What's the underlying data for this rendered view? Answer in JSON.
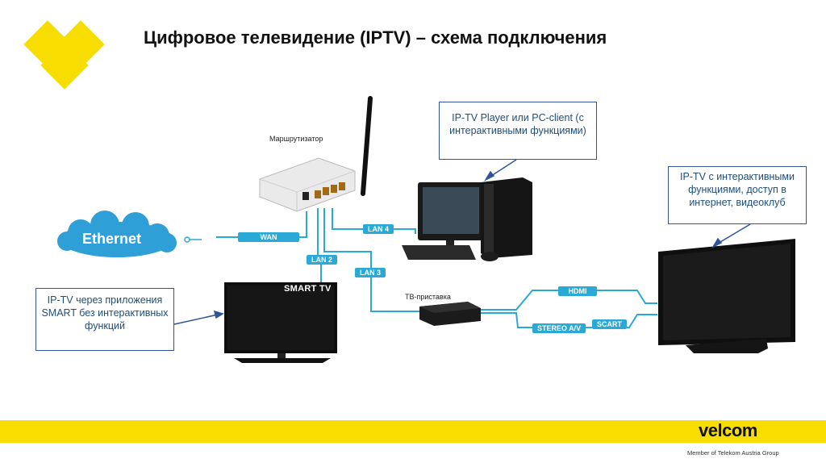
{
  "title": "Цифровое телевидение (IPTV) – схема подключения",
  "devices": {
    "router_label": "Маршрутизатор",
    "ethernet_label": "Ethernet",
    "settop_label": "ТВ-приставка",
    "smart_tv_logo": "SMART TV"
  },
  "callouts": {
    "pc_client": "IP-TV Player или PC-client (с интерактивными функциями)",
    "tv_interactive": "IP-TV с интерактивными функциями, доступ в интернет, видеоклуб",
    "smart_apps": "IP-TV через приложения SMART без интерактивных функций"
  },
  "cables": {
    "wan": "WAN",
    "lan2": "LAN 2",
    "lan3": "LAN 3",
    "lan4": "LAN 4",
    "hdmi": "HDMI",
    "stereo": "STEREO A/V",
    "scart": "SCART"
  },
  "footer": {
    "brand": "velcom",
    "member": "Member of Telekom Austria Group"
  },
  "colors": {
    "accent_yellow": "#f7de00",
    "cable_blue": "#2aa9d6",
    "callout_border": "#2f5597"
  }
}
